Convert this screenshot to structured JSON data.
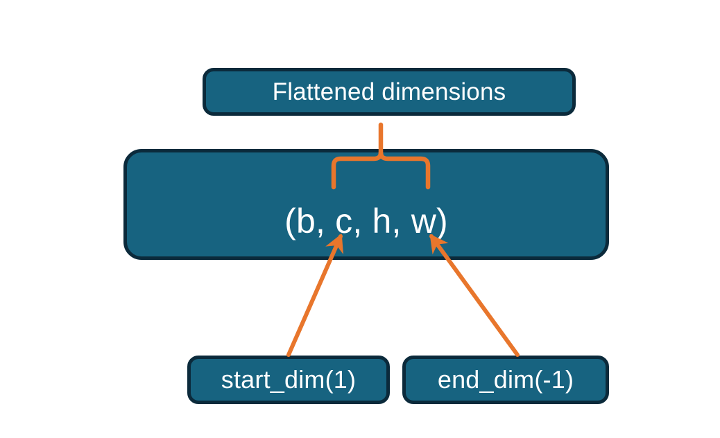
{
  "diagram": {
    "title": "Flatten dimensions diagram",
    "background_color": "#ffffff",
    "node_fill_color": "#176380",
    "node_border_color": "#0b2a3b",
    "node_text_color": "#ffffff",
    "connector_color": "#E8762C",
    "nodes": {
      "flattened": {
        "label": "Flattened dimensions"
      },
      "shape": {
        "label": "(b, c, h, w)"
      },
      "start_dim": {
        "label": "start_dim(1)"
      },
      "end_dim": {
        "label": "end_dim(-1)"
      }
    },
    "connectors": {
      "brace": {
        "name": "curly-brace",
        "spans_label": "c, h, w",
        "points_to": "Flattened dimensions"
      },
      "arrow_start": {
        "name": "arrow-start-dim-to-c",
        "from": "start_dim(1)",
        "to": "c"
      },
      "arrow_end": {
        "name": "arrow-end-dim-to-w",
        "from": "end_dim(-1)",
        "to": "w"
      }
    }
  }
}
